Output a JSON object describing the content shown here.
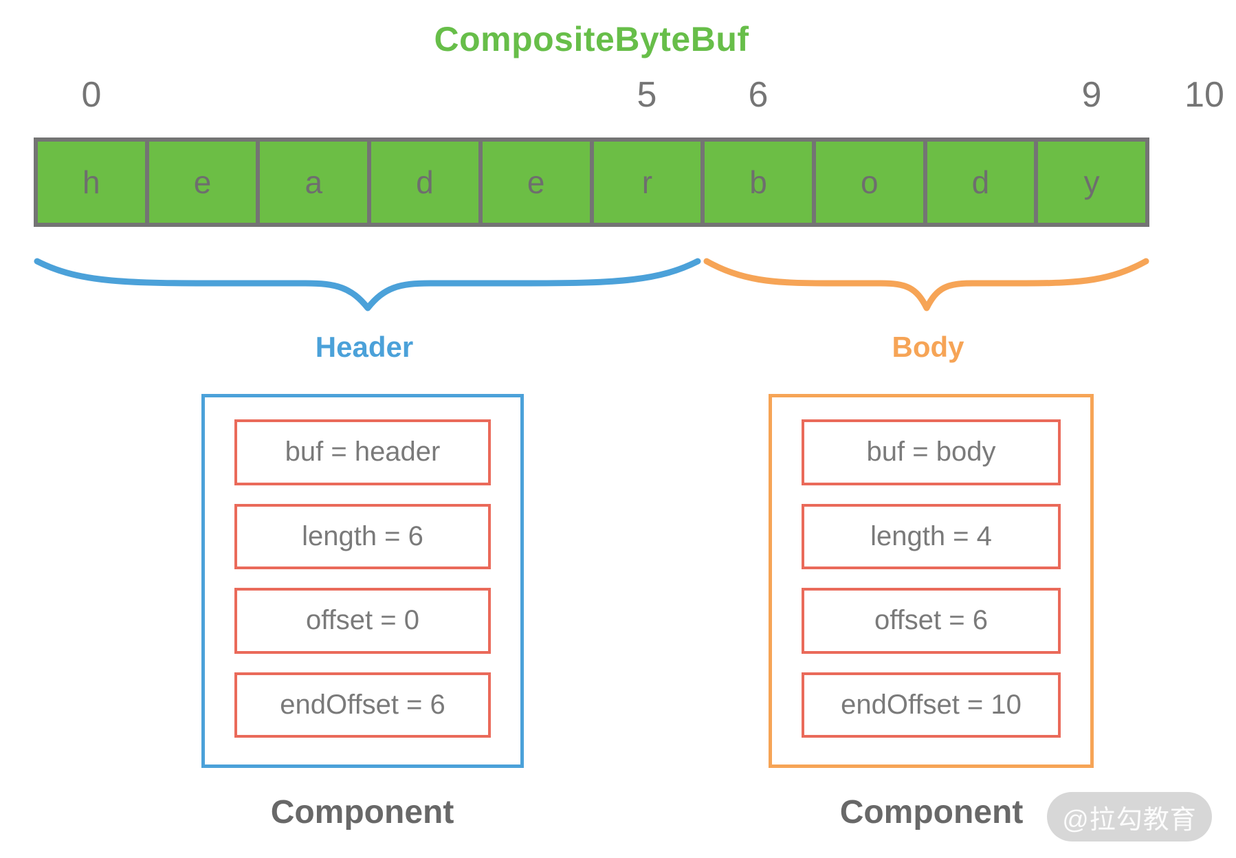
{
  "title": {
    "text": "CompositeByteBuf",
    "color": "#67be49"
  },
  "buffer": {
    "cells": [
      "h",
      "e",
      "a",
      "d",
      "e",
      "r",
      "b",
      "o",
      "d",
      "y"
    ],
    "index_labels": [
      {
        "value": "0"
      },
      {
        "value": "5"
      },
      {
        "value": "6"
      },
      {
        "value": "9"
      },
      {
        "value": "10"
      }
    ],
    "cell_color": "#6cbe45",
    "border_color": "#747474",
    "letter_color": "#6e6e6e"
  },
  "regions": [
    {
      "label": "Header",
      "color": "#4ba1d9",
      "span": "cells 0-5"
    },
    {
      "label": "Body",
      "color": "#f6a456",
      "span": "cells 6-9"
    }
  ],
  "components": [
    {
      "region": "Header",
      "border_color": "#4ba1d9",
      "field_border_color": "#ea6a5a",
      "fields": [
        "buf = header",
        "length = 6",
        "offset = 0",
        "endOffset = 6"
      ],
      "caption": "Component"
    },
    {
      "region": "Body",
      "border_color": "#f6a456",
      "field_border_color": "#ea6a5a",
      "fields": [
        "buf = body",
        "length = 4",
        "offset = 6",
        "endOffset = 10"
      ],
      "caption": "Component"
    }
  ],
  "watermark": {
    "text": "@拉勾教育",
    "background": "#d7d7d7"
  }
}
